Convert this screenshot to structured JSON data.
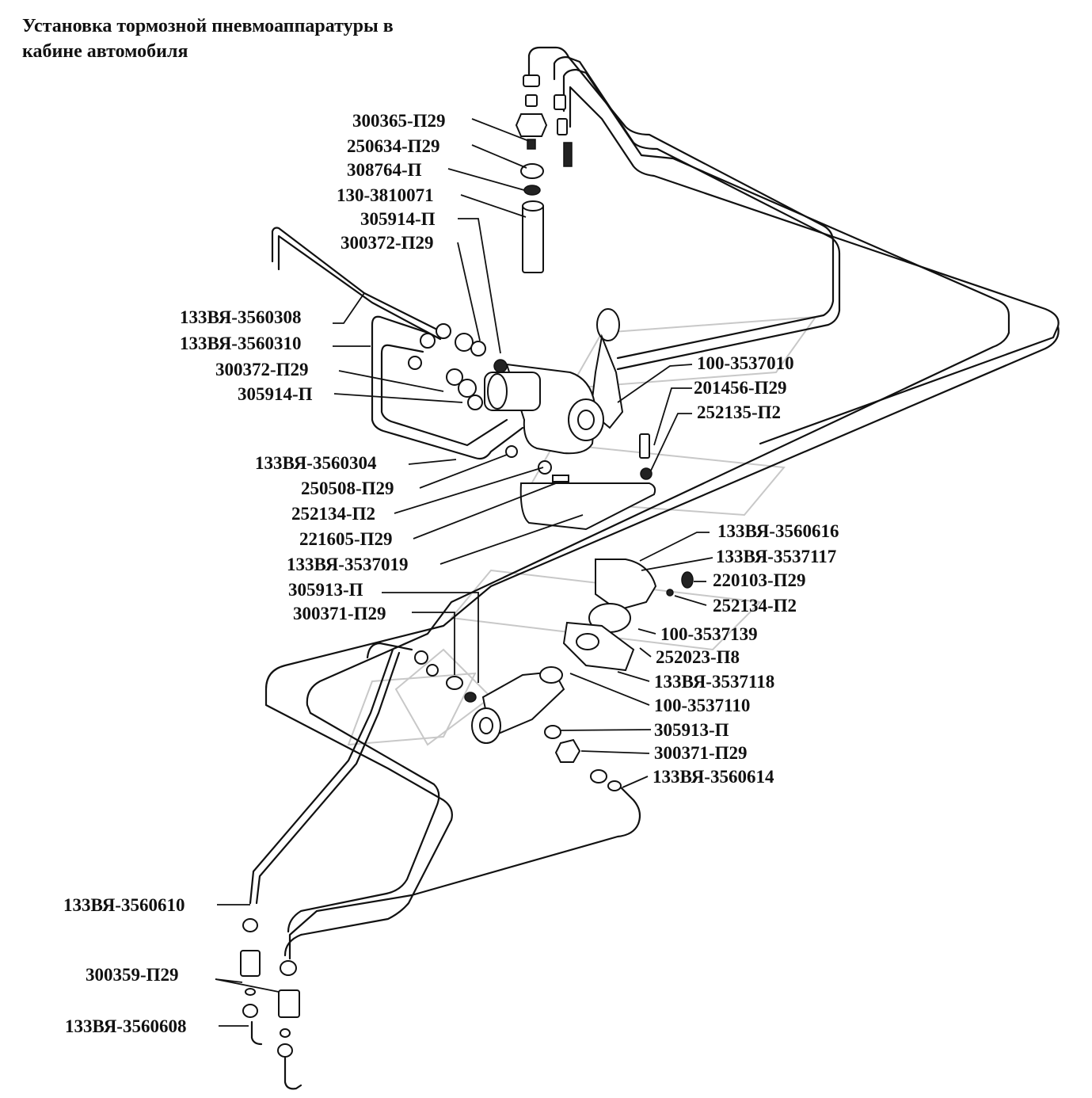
{
  "title_line1": "Установка тормозной пневмоаппаратуры в",
  "title_line2": "кабине автомобиля",
  "labels": {
    "l01": "300365-П29",
    "l02": "250634-П29",
    "l03": "308764-П",
    "l04": "130-3810071",
    "l05": "305914-П",
    "l06": "300372-П29",
    "l07": "133ВЯ-3560308",
    "l08": "133ВЯ-3560310",
    "l09": "300372-П29",
    "l10": "305914-П",
    "l11": "100-3537010",
    "l12": "201456-П29",
    "l13": "252135-П2",
    "l14": "133ВЯ-3560304",
    "l15": "250508-П29",
    "l16": "252134-П2",
    "l17": "221605-П29",
    "l18": "133ВЯ-3537019",
    "l19": "133ВЯ-3560616",
    "l20": "133ВЯ-3537117",
    "l21": "220103-П29",
    "l22": "252134-П2",
    "l23": "305913-П",
    "l24": "300371-П29",
    "l25": "100-3537139",
    "l26": "252023-П8",
    "l27": "133ВЯ-3537118",
    "l28": "100-3537110",
    "l29": "305913-П",
    "l30": "300371-П29",
    "l31": "133ВЯ-3560614",
    "l32": "133ВЯ-3560610",
    "l33": "300359-П29",
    "l34": "133ВЯ-3560608"
  }
}
